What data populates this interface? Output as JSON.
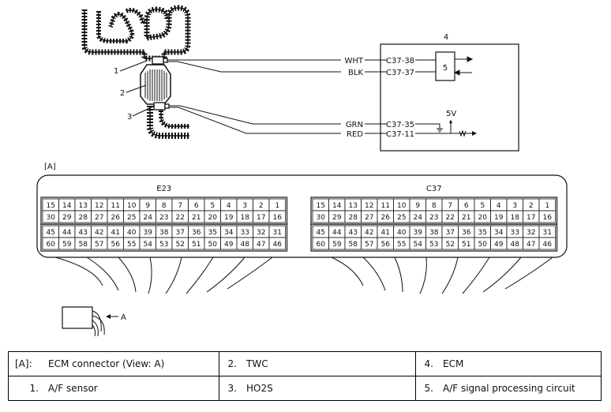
{
  "callouts": {
    "c1": "1",
    "c2": "2",
    "c3": "3",
    "c4": "4",
    "c5": "5",
    "a_marker": "A",
    "view_label": "[A]"
  },
  "wires": [
    {
      "color": "WHT",
      "terminal": "C37-38"
    },
    {
      "color": "BLK",
      "terminal": "C37-37"
    },
    {
      "color": "GRN",
      "terminal": "C37-35"
    },
    {
      "color": "RED",
      "terminal": "C37-11"
    }
  ],
  "voltage": "5V",
  "connectors": [
    {
      "name": "E23",
      "rows": [
        [
          "15",
          "14",
          "13",
          "12",
          "11",
          "10",
          "9",
          "8",
          "7",
          "6",
          "5",
          "4",
          "3",
          "2",
          "1"
        ],
        [
          "30",
          "29",
          "28",
          "27",
          "26",
          "25",
          "24",
          "23",
          "22",
          "21",
          "20",
          "19",
          "18",
          "17",
          "16"
        ],
        [
          "45",
          "44",
          "43",
          "42",
          "41",
          "40",
          "39",
          "38",
          "37",
          "36",
          "35",
          "34",
          "33",
          "32",
          "31"
        ],
        [
          "60",
          "59",
          "58",
          "57",
          "56",
          "55",
          "54",
          "53",
          "52",
          "51",
          "50",
          "49",
          "48",
          "47",
          "46"
        ]
      ]
    },
    {
      "name": "C37",
      "rows": [
        [
          "15",
          "14",
          "13",
          "12",
          "11",
          "10",
          "9",
          "8",
          "7",
          "6",
          "5",
          "4",
          "3",
          "2",
          "1"
        ],
        [
          "30",
          "29",
          "28",
          "27",
          "26",
          "25",
          "24",
          "23",
          "22",
          "21",
          "20",
          "19",
          "18",
          "17",
          "16"
        ],
        [
          "45",
          "44",
          "43",
          "42",
          "41",
          "40",
          "39",
          "38",
          "37",
          "36",
          "35",
          "34",
          "33",
          "32",
          "31"
        ],
        [
          "60",
          "59",
          "58",
          "57",
          "56",
          "55",
          "54",
          "53",
          "52",
          "51",
          "50",
          "49",
          "48",
          "47",
          "46"
        ]
      ]
    }
  ],
  "legend": [
    [
      {
        "key": "[A]:",
        "text": "ECM connector (View: A)"
      },
      {
        "key": "2.",
        "text": "TWC"
      },
      {
        "key": "4.",
        "text": "ECM"
      }
    ],
    [
      {
        "key": "1.",
        "text": "A/F sensor"
      },
      {
        "key": "3.",
        "text": "HO2S"
      },
      {
        "key": "5.",
        "text": "A/F signal processing circuit"
      }
    ]
  ]
}
